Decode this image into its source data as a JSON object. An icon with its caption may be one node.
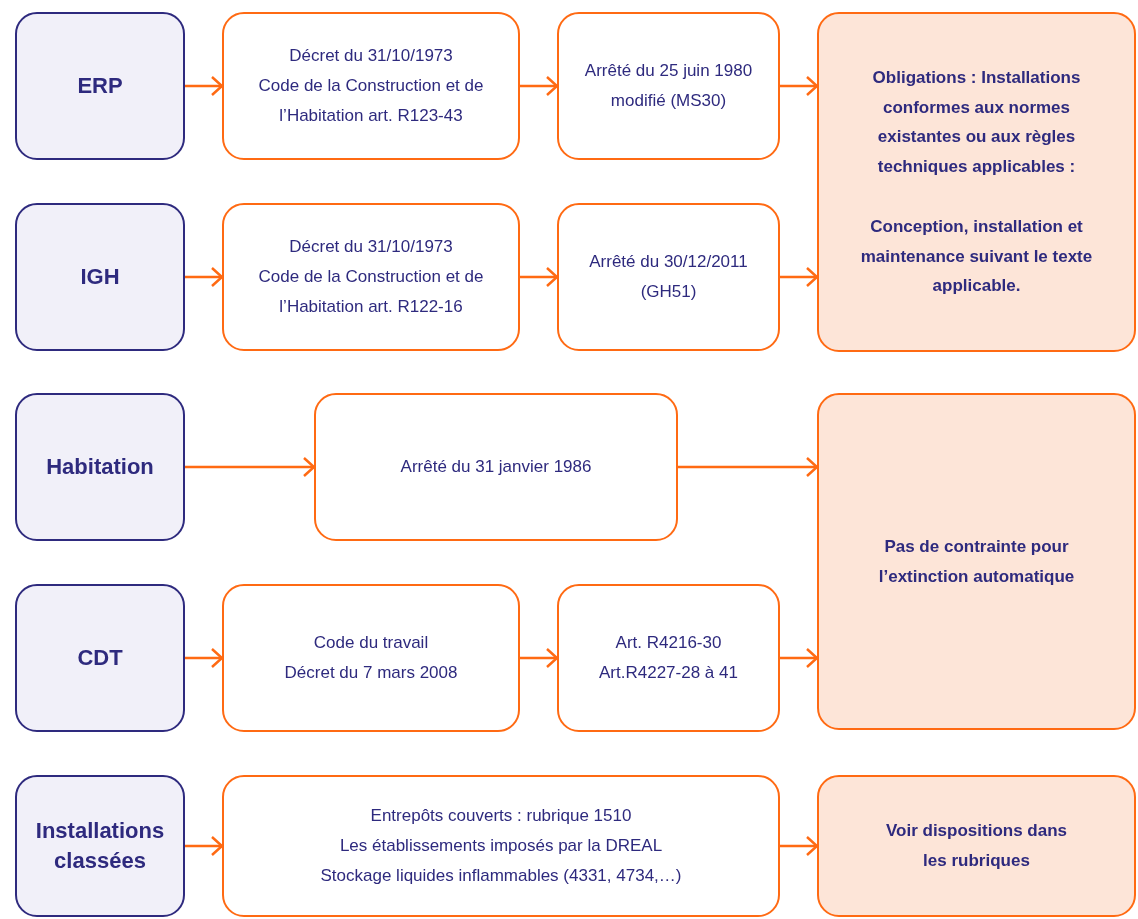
{
  "diagram": {
    "nodes": [
      {
        "text": [
          "ERP"
        ]
      },
      {
        "text": [
          "Décret du 31/10/1973",
          "Code de la Construction et de l’Habitation art. R123-43"
        ]
      },
      {
        "text": [
          "Arrêté du 25 juin 1980 modifié (MS30)"
        ]
      },
      {
        "text": [
          "Obligations : Installations conformes aux normes existantes ou aux règles techniques applicables :",
          "Conception, installation et maintenance suivant le texte applicable."
        ]
      },
      {
        "text": [
          "IGH"
        ]
      },
      {
        "text": [
          "Décret du 31/10/1973",
          "Code de la Construction et de l’Habitation art. R122-16"
        ]
      },
      {
        "text": [
          "Arrêté du 30/12/2011 (GH51)"
        ]
      },
      {
        "text": [
          "Habitation"
        ]
      },
      {
        "text": [
          "Arrêté du 31 janvier 1986"
        ]
      },
      {
        "text": [
          "Pas de contrainte pour l’extinction automatique"
        ]
      },
      {
        "text": [
          "CDT"
        ]
      },
      {
        "text": [
          "Code du travail",
          "Décret du 7 mars 2008"
        ]
      },
      {
        "text": [
          "Art. R4216-30",
          "Art.R4227-28 à 41"
        ]
      },
      {
        "text": [
          "Installations classées"
        ]
      },
      {
        "text": [
          "Entrepôts couverts : rubrique 1510",
          "Les établissements imposés par la DREAL",
          "Stockage liquides inflammables (4331, 4734,…)"
        ]
      },
      {
        "text": [
          "Voir dispositions dans les rubriques"
        ]
      }
    ],
    "edges": [
      {
        "from": 0,
        "to": 1,
        "arrow": "to"
      },
      {
        "from": 1,
        "to": 2,
        "arrow": "to"
      },
      {
        "from": 2,
        "to": 3,
        "arrow": "to"
      },
      {
        "from": 4,
        "to": 5,
        "arrow": "to"
      },
      {
        "from": 5,
        "to": 6,
        "arrow": "to"
      },
      {
        "from": 6,
        "to": 3,
        "arrow": "to"
      },
      {
        "from": 7,
        "to": 8,
        "arrow": "to"
      },
      {
        "from": 8,
        "to": 9,
        "arrow": "to"
      },
      {
        "from": 10,
        "to": 11,
        "arrow": "to"
      },
      {
        "from": 11,
        "to": 12,
        "arrow": "to"
      },
      {
        "from": 12,
        "to": 9,
        "arrow": "to"
      },
      {
        "from": 13,
        "to": 14,
        "arrow": "to"
      },
      {
        "from": 14,
        "to": 15,
        "arrow": "to"
      }
    ]
  }
}
